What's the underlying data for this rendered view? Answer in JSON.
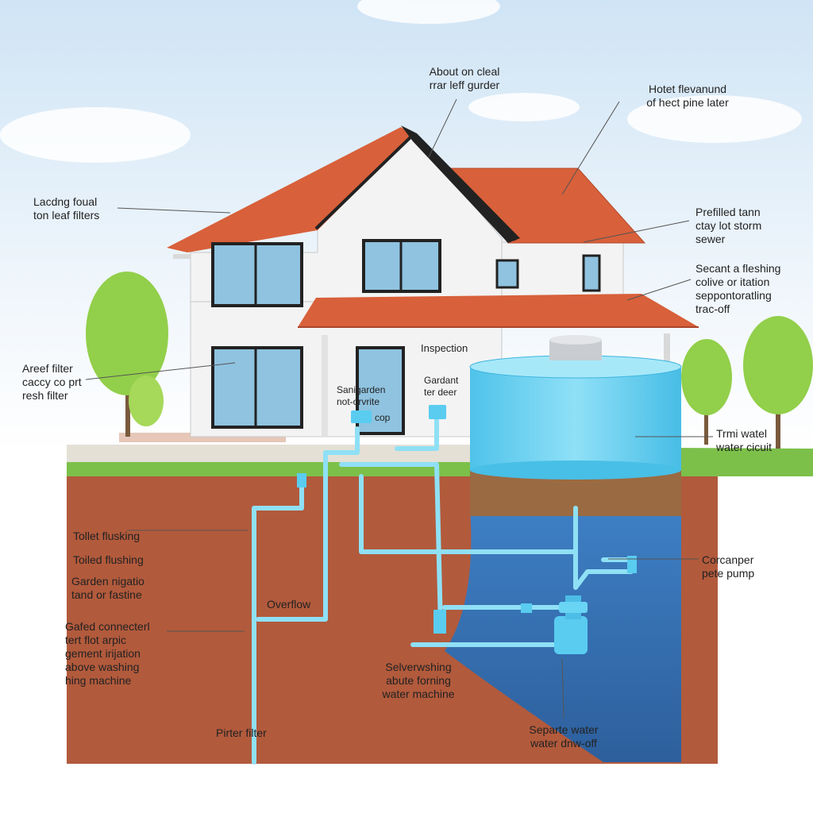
{
  "labels": {
    "roof_top": "About on cleal\nrrar leff gurder",
    "upper_right": "Hotet flevanund\nof hect pine later",
    "gutter_left": "Lacdng foual\nton leaf filters",
    "prefilled_tank": "Prefilled tann\nctay lot storm\nsewer",
    "flushing_valve": "Secant a fleshing\ncolive or itation\nseppontoratling\ntrac-off",
    "leaf_filter": "Areef filter\ncaccy co prt\nresh filter",
    "inspection": "Inspection",
    "garden_deer": "Gardant\nter deer",
    "sani_garden": "Sanigarden\nnot-orvrite",
    "cop": "cop",
    "tank_water": "Trmi watel\nwater cicuit",
    "toilet_1": "Tollet flusking",
    "toilet_2": "Toiled flushing",
    "garden_irrigation": "Garden nigatio\ntand or fastine",
    "overflow": "Overflow",
    "connected": "Gafed connecterl\ntert flot arpic\ngement irijation\nabove washing\nhing machine",
    "pump": "Corcanper\npete pump",
    "washing": "Selverwshing\nabute forning\nwater machine",
    "separate_water": "Separte water\nwater dnw-off",
    "pipe_filter": "Pirter filter"
  },
  "colors": {
    "sky": "#dcebf7",
    "roof": "#d8603a",
    "wall": "#f3f3f3",
    "window": "#8fc3e0",
    "soil": "#b25a3c",
    "grass": "#7cc04a",
    "tank": "#59ccf0",
    "pipe": "#7fdcf2",
    "tree": "#92cf4a"
  }
}
